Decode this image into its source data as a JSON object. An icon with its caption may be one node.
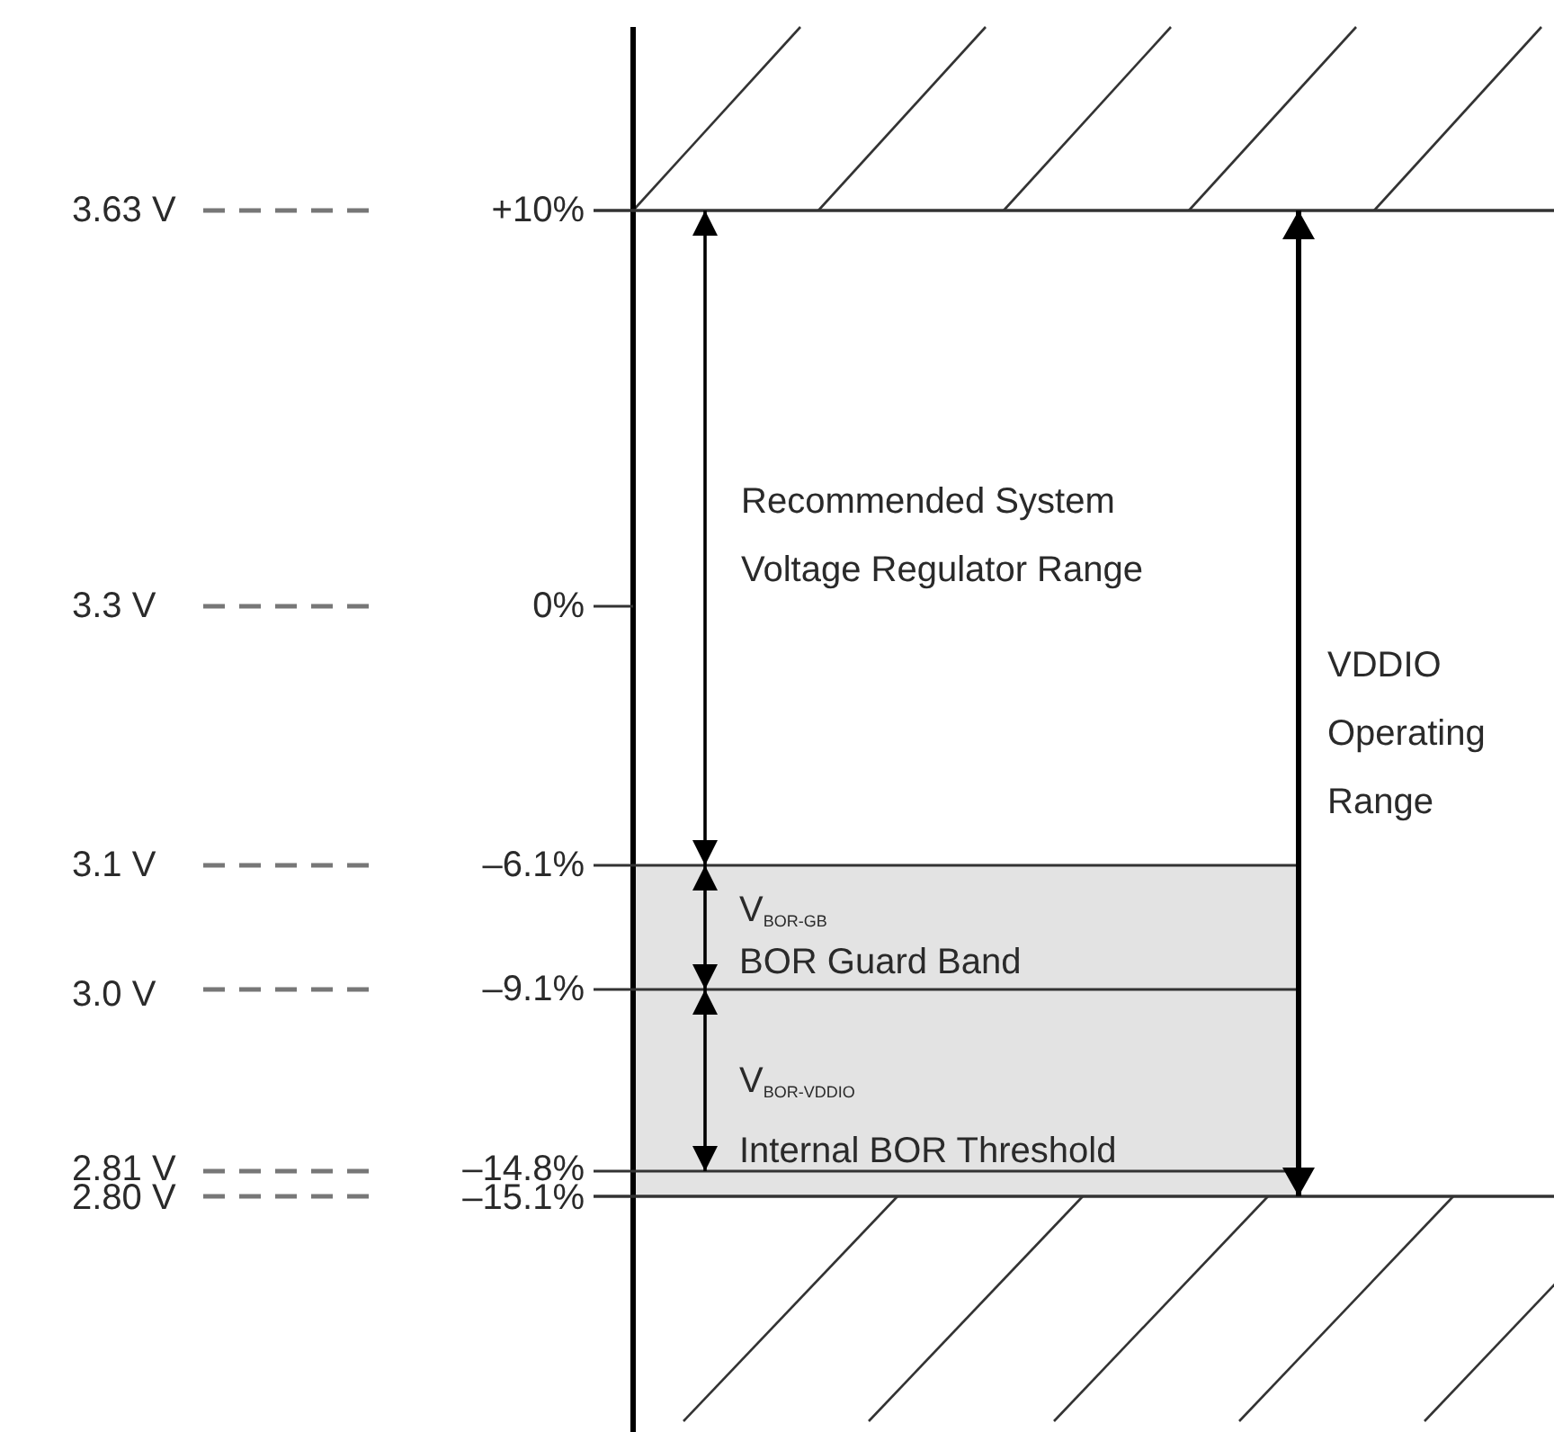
{
  "diagram": {
    "labels": [
      "3.63 V",
      "+10%",
      "Recommended System Voltage Regulator Range",
      "3.3 V",
      "0%",
      "VDDIO Operating Range",
      "3.1 V",
      "–6.1%",
      "V$_{BOR-GB}$",
      "BOR Guard Band",
      "3.0 V",
      "–9.1%",
      "V$_{BOR-VDDIO}$",
      "Internal BOR Threshold",
      "2.81 V",
      "–14.8%",
      "2.80 V",
      "–15.1%"
    ]
  }
}
